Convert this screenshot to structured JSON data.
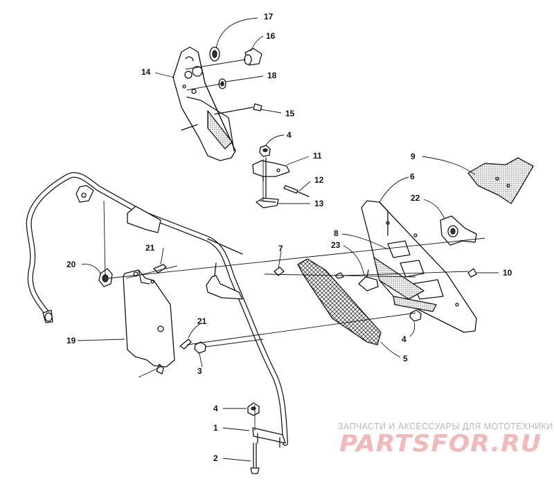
{
  "callouts": [
    {
      "id": "c17",
      "label": "17"
    },
    {
      "id": "c16",
      "label": "16"
    },
    {
      "id": "c14",
      "label": "14"
    },
    {
      "id": "c18",
      "label": "18"
    },
    {
      "id": "c15",
      "label": "15"
    },
    {
      "id": "c4a",
      "label": "4"
    },
    {
      "id": "c11",
      "label": "11"
    },
    {
      "id": "c12",
      "label": "12"
    },
    {
      "id": "c13",
      "label": "13"
    },
    {
      "id": "c9",
      "label": "9"
    },
    {
      "id": "c6",
      "label": "6"
    },
    {
      "id": "c22",
      "label": "22"
    },
    {
      "id": "c8",
      "label": "8"
    },
    {
      "id": "c23",
      "label": "23"
    },
    {
      "id": "c7",
      "label": "7"
    },
    {
      "id": "c21a",
      "label": "21"
    },
    {
      "id": "c20",
      "label": "20"
    },
    {
      "id": "c10",
      "label": "10"
    },
    {
      "id": "c4b",
      "label": "4"
    },
    {
      "id": "c19",
      "label": "19"
    },
    {
      "id": "c21b",
      "label": "21"
    },
    {
      "id": "c5",
      "label": "5"
    },
    {
      "id": "c3",
      "label": "3"
    },
    {
      "id": "c4c",
      "label": "4"
    },
    {
      "id": "c1",
      "label": "1"
    },
    {
      "id": "c2",
      "label": "2"
    }
  ],
  "watermark": {
    "tagline": "ЗАПЧАСТИ И АКСЕССУАРЫ ДЛЯ МОТОТЕХНИКИ",
    "logo_text": "PARTSFOR.RU",
    "colors": {
      "tagline": "#b9b9b9",
      "logo": "#f4b8b8"
    }
  }
}
